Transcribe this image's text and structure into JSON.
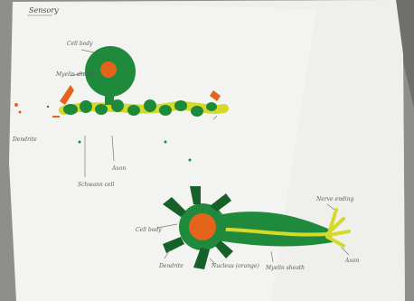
{
  "title": "Sensory",
  "labels": {
    "sensory_cell_body": "Cell body",
    "sensory_myelin": "Myelin sheath",
    "sensory_dendrite": "Dendrite",
    "sensory_schwann": "Schwann cell",
    "sensory_axon": "Axon",
    "motor_nerve_ending": "Nerve ending",
    "motor_axon": "Axon",
    "motor_cell_body": "Cell body",
    "motor_dendrite": "Dendrite",
    "motor_nucleus": "Nucleus (orange)",
    "motor_myelin": "Myelin sheath"
  },
  "colors": {
    "paper": "#f4f4f2",
    "table": "#8f8f8f",
    "clay_green": "#1f8a3c",
    "clay_dark_green": "#16602a",
    "clay_yellow": "#d8dc2c",
    "clay_orange": "#e4641c"
  }
}
